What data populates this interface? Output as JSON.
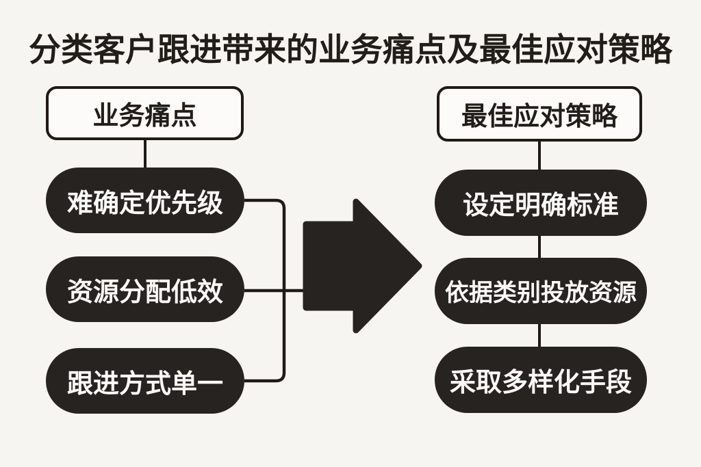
{
  "title": "分类客户跟进带来的业务痛点及最佳应对策略",
  "left_column": {
    "header": "业务痛点",
    "items": [
      "难确定优先级",
      "资源分配低效",
      "跟进方式单一"
    ]
  },
  "right_column": {
    "header": "最佳应对策略",
    "items": [
      "设定明确标准",
      "依据类别投放资源",
      "采取多样化手段"
    ]
  },
  "icons": {
    "flow_arrow": "right-arrow-icon",
    "connector_bracket": "bracket-connector"
  },
  "colors": {
    "background": "#f7f5f2",
    "pill_fill": "#272320",
    "pill_text": "#fbfaf8",
    "line": "#1e1a16",
    "header_fill": "#fcfbf9",
    "header_border": "#1e1a16",
    "title_text": "#211d19"
  }
}
